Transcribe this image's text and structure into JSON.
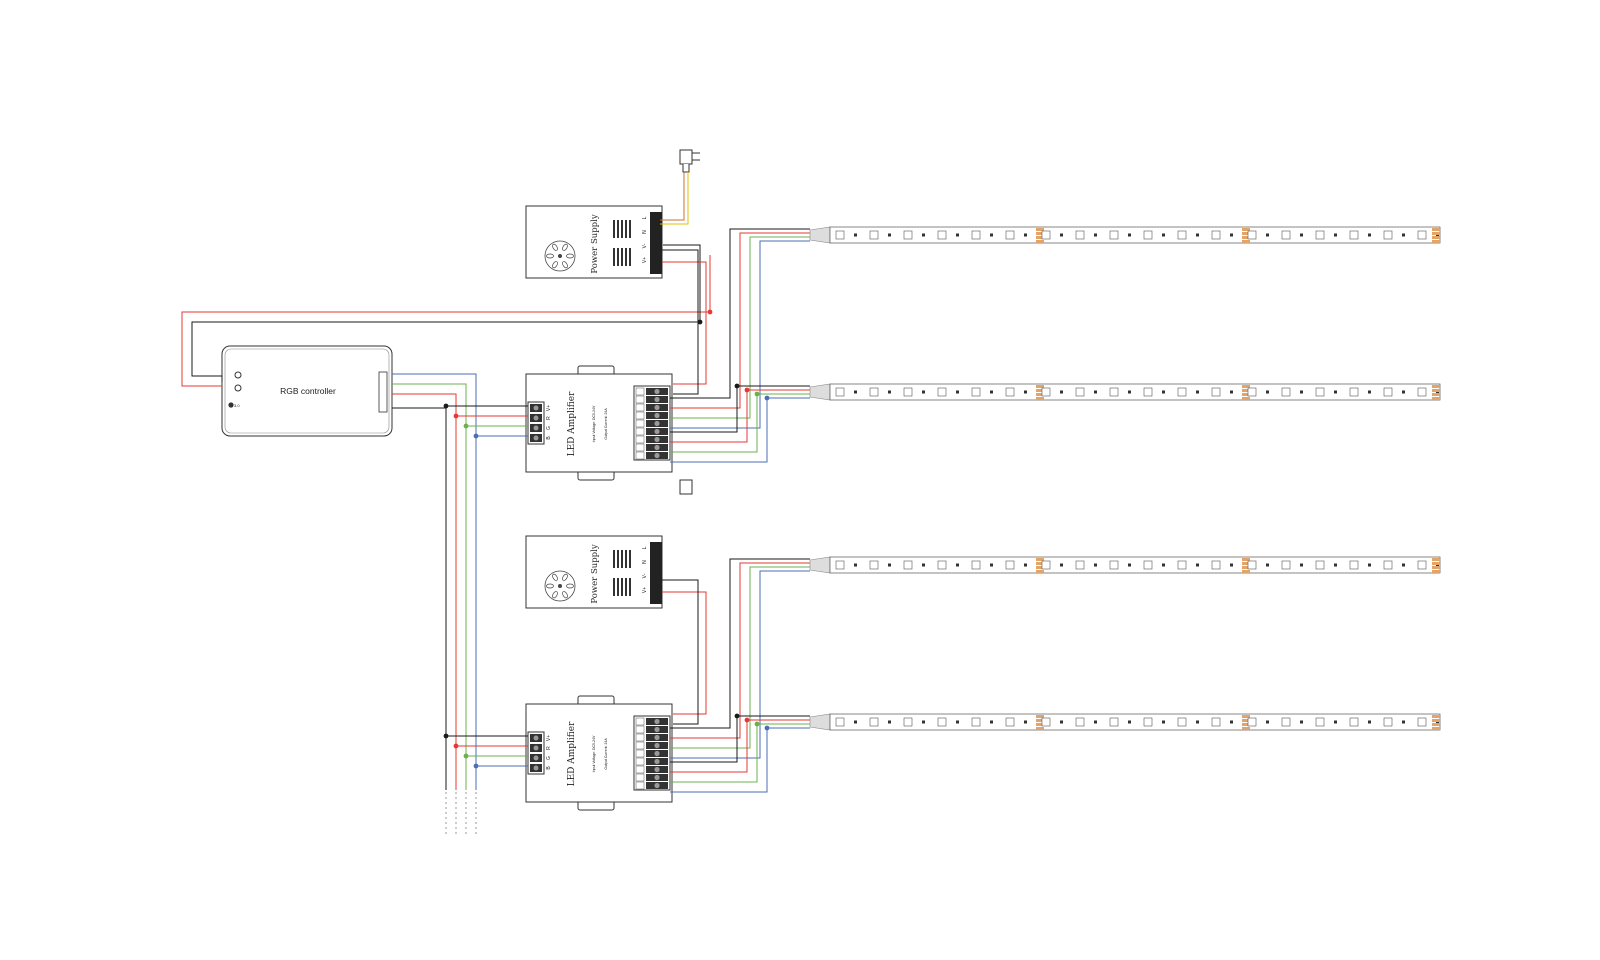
{
  "diagram": {
    "controller": {
      "label": "RGB controller"
    },
    "power_supply": {
      "label": "Power Supply",
      "terminals": [
        "L",
        "N",
        "V-",
        "V+"
      ]
    },
    "amplifier": {
      "label": "LED Amplifier",
      "spec_line_1": "Input Voltage: DC5-24V",
      "spec_line_2": "Output Current: 24A",
      "input_terminals": [
        "V+",
        "R",
        "G",
        "B"
      ]
    },
    "wire_colors": {
      "black": "#1a1a1a",
      "red": "#e53935",
      "green": "#6ab04c",
      "blue": "#4a6fb5",
      "brown": "#c8752a",
      "yellow": "#e0c000",
      "copper": "#e3a46a",
      "grey": "#999999"
    }
  }
}
